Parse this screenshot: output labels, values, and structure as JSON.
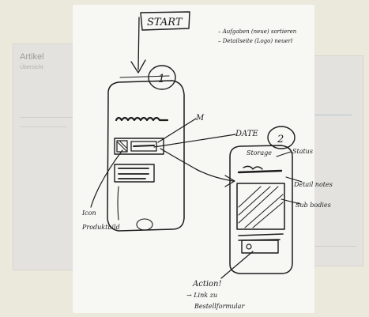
{
  "background": {
    "left_panel_title": "Artikel",
    "left_panel_subtitle": "Übersicht"
  },
  "sketch": {
    "start_label": "START",
    "top_notes": [
      "– Aufgaben (neue) sortieren",
      "– Detailseite (Logo) neuerl"
    ],
    "step_1": "1",
    "step_2": "2",
    "label_m": "M",
    "label_date": "DATE",
    "label_storage": "Storage",
    "label_status": "Status",
    "label_detail_notes": "Detail notes",
    "label_sub_bodies": "Sub bodies",
    "label_icon": "Icon",
    "label_produkt": "Produktbild",
    "label_action": "Action!",
    "action_note_1": "→ Link zu",
    "action_note_2": "Bestellformular"
  },
  "colors": {
    "ink": "#1c1c1c",
    "paper": "#f7f7f4",
    "background": "#ebe8dc"
  }
}
